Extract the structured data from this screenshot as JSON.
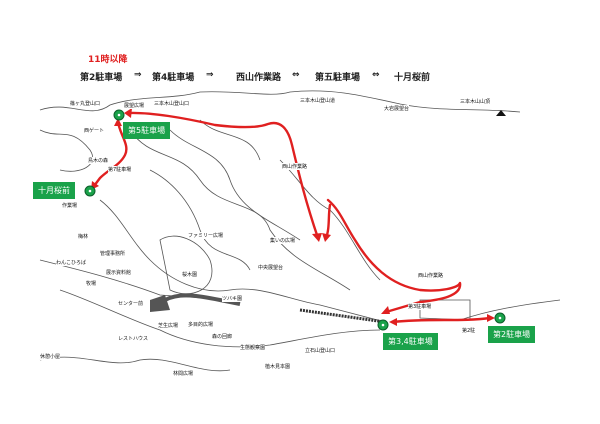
{
  "header": {
    "time_note": "11時以降",
    "route": [
      "第2駐車場",
      "⇒",
      "第4駐車場",
      "⇒",
      "西山作業路",
      "⇔",
      "第五駐車場",
      "⇔",
      "十月桜前"
    ]
  },
  "stops": {
    "lot5": "第5駐車場",
    "jugatsu": "十月桜前",
    "lot34": "第3,4駐車場",
    "lot2": "第2駐車場"
  },
  "map_labels": [
    "篠ヶ丸登山口",
    "展望広場",
    "三本木山登山口",
    "西ゲート",
    "鳥木の森",
    "第7駐車場",
    "作業場",
    "三本木山登山道",
    "大岩展望台",
    "三本木山山頂",
    "西山作業路",
    "西山作業路",
    "第3駐車場",
    "第2駐",
    "ファミリー広場",
    "集いの広場",
    "中央展望台",
    "管理事務所",
    "わんこひろば",
    "牧場",
    "展示資料館",
    "梅林",
    "桜木園",
    "センター前",
    "ツバキ園",
    "芝生広場",
    "多目的広場",
    "レストハウス",
    "休憩小屋",
    "林間広場",
    "森の回廊",
    "生態観察園",
    "立石山登山口",
    "植木見本園"
  ],
  "colors": {
    "route": "#e02020",
    "stop": "#1aa24a"
  }
}
